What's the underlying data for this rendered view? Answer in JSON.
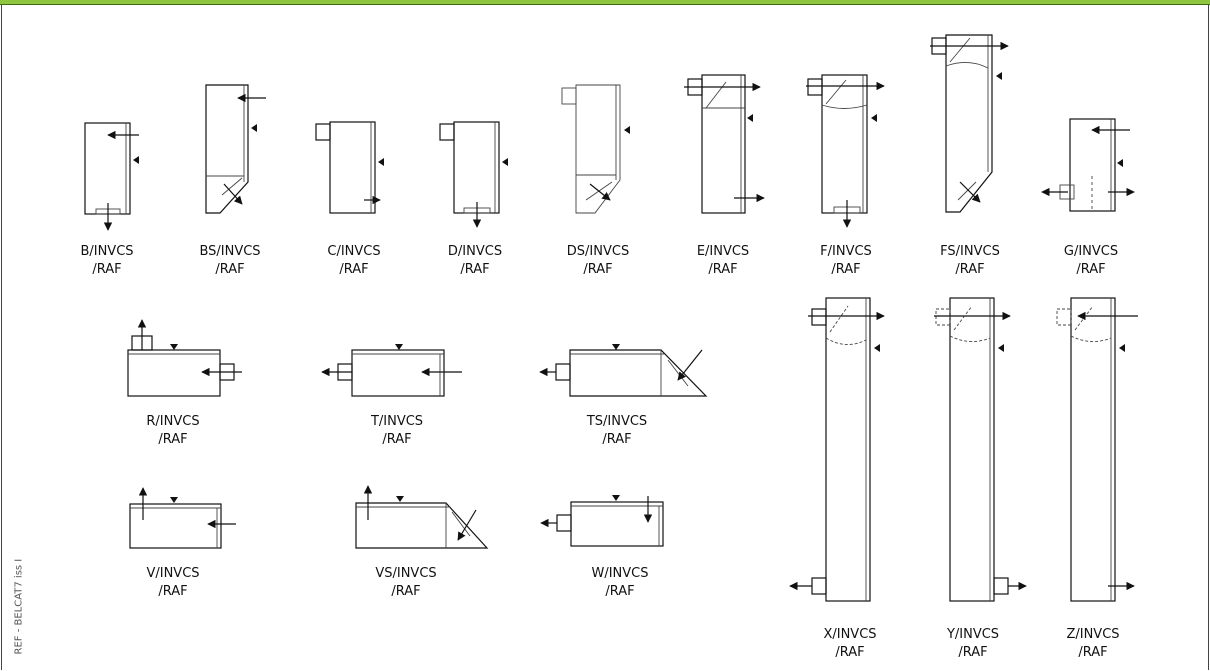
{
  "page": {
    "side_text": "REF - BELCAT7 iss I"
  },
  "labels": [
    {
      "id": "b",
      "line1": "B/INVCS",
      "line2": "/RAF"
    },
    {
      "id": "bs",
      "line1": "BS/INVCS",
      "line2": "/RAF"
    },
    {
      "id": "c",
      "line1": "C/INVCS",
      "line2": "/RAF"
    },
    {
      "id": "d",
      "line1": "D/INVCS",
      "line2": "/RAF"
    },
    {
      "id": "ds",
      "line1": "DS/INVCS",
      "line2": "/RAF"
    },
    {
      "id": "e",
      "line1": "E/INVCS",
      "line2": "/RAF"
    },
    {
      "id": "f",
      "line1": "F/INVCS",
      "line2": "/RAF"
    },
    {
      "id": "fs",
      "line1": "FS/INVCS",
      "line2": "/RAF"
    },
    {
      "id": "g",
      "line1": "G/INVCS",
      "line2": "/RAF"
    },
    {
      "id": "r",
      "line1": "R/INVCS",
      "line2": "/RAF"
    },
    {
      "id": "t",
      "line1": "T/INVCS",
      "line2": "/RAF"
    },
    {
      "id": "ts",
      "line1": "TS/INVCS",
      "line2": "/RAF"
    },
    {
      "id": "v",
      "line1": "V/INVCS",
      "line2": "/RAF"
    },
    {
      "id": "vs",
      "line1": "VS/INVCS",
      "line2": "/RAF"
    },
    {
      "id": "w",
      "line1": "W/INVCS",
      "line2": "/RAF"
    },
    {
      "id": "x",
      "line1": "X/INVCS",
      "line2": "/RAF"
    },
    {
      "id": "y",
      "line1": "Y/INVCS",
      "line2": "/RAF"
    },
    {
      "id": "z",
      "line1": "Z/INVCS",
      "line2": "/RAF"
    }
  ]
}
